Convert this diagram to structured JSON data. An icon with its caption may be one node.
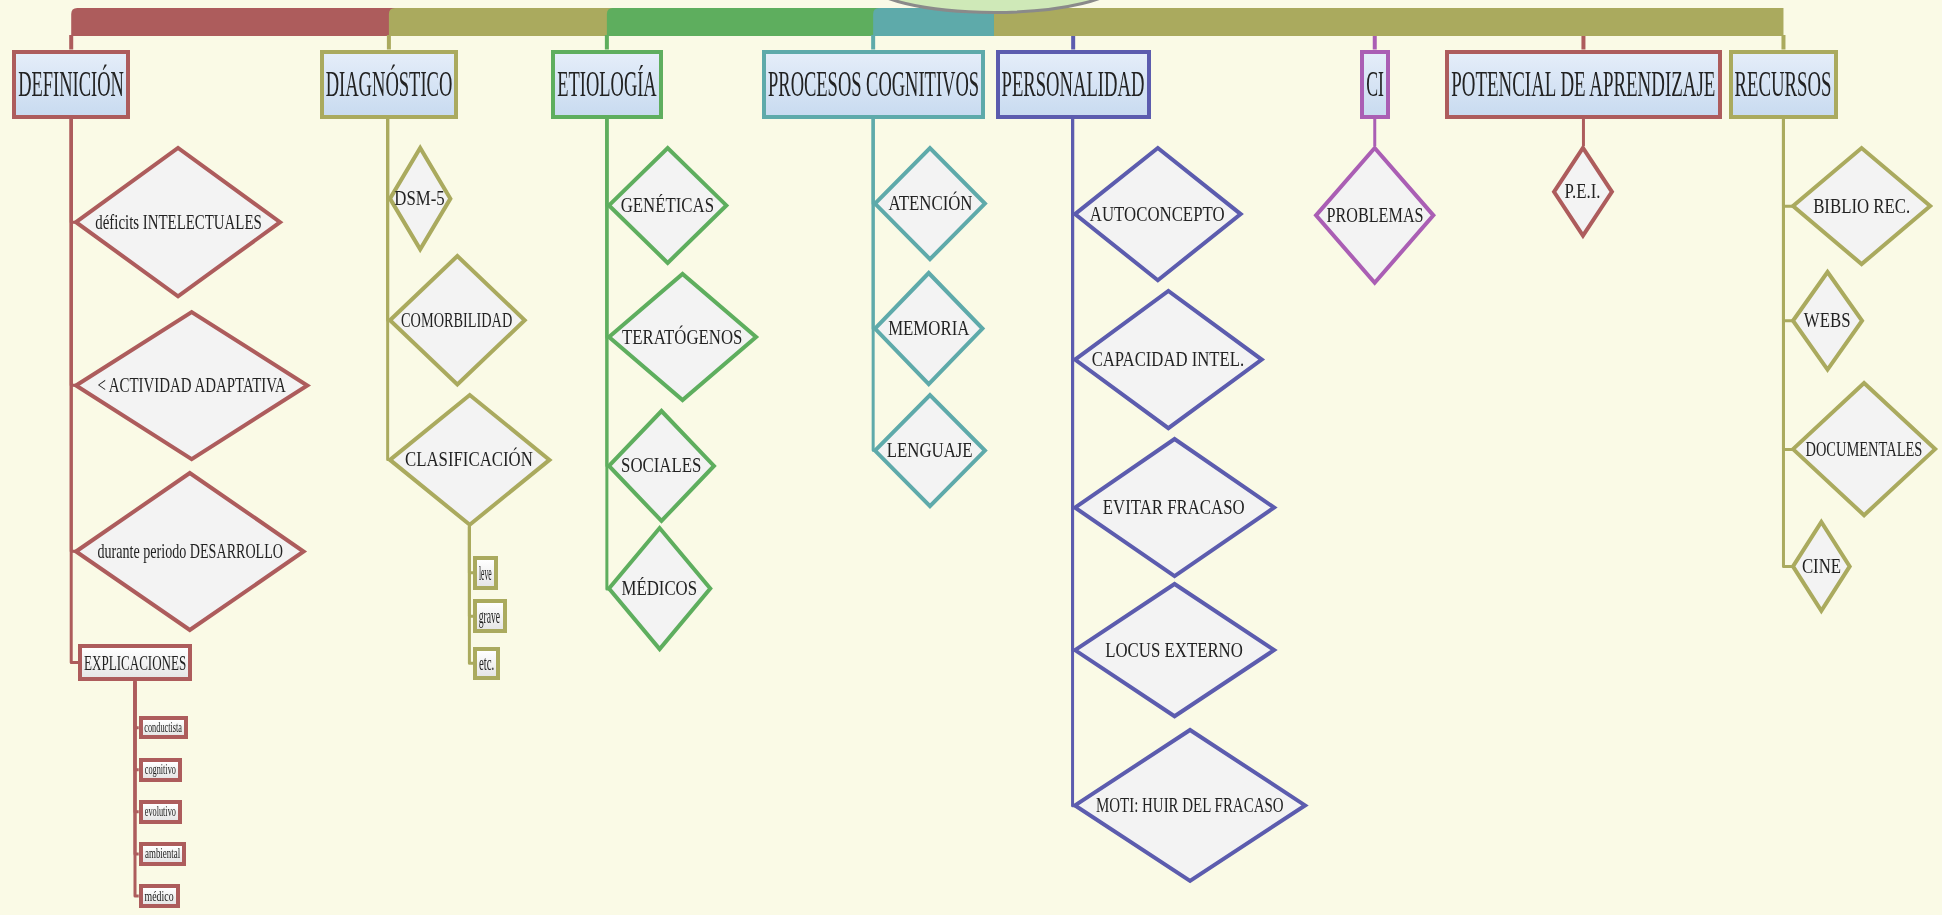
{
  "diagram": {
    "nodes": [
      {
        "text": [],
        "shape": "ellipse"
      },
      {
        "text": [
          "DEFINICIÓN"
        ]
      },
      {
        "text": [
          "déficits INTELECTUALES"
        ]
      },
      {
        "text": [
          "< ACTIVIDAD ADAPTATIVA"
        ]
      },
      {
        "text": [
          "durante periodo DESARROLLO"
        ]
      },
      {
        "text": [
          "EXPLICACIONES"
        ]
      },
      {
        "text": [
          "conductista"
        ]
      },
      {
        "text": [
          "cognitivo"
        ]
      },
      {
        "text": [
          "evolutivo"
        ]
      },
      {
        "text": [
          "ambiental"
        ]
      },
      {
        "text": [
          "médico"
        ]
      },
      {
        "text": [
          "DIAGNÓSTICO"
        ]
      },
      {
        "text": [
          "DSM-5"
        ]
      },
      {
        "text": [
          "COMORBILIDAD"
        ]
      },
      {
        "text": [
          "CLASIFICACIÓN"
        ]
      },
      {
        "text": [
          "leve"
        ]
      },
      {
        "text": [
          "grave"
        ]
      },
      {
        "text": [
          "etc."
        ]
      },
      {
        "text": [
          "ETIOLOGÍA"
        ]
      },
      {
        "text": [
          "GENÉTICAS"
        ]
      },
      {
        "text": [
          "TERATÓGENOS"
        ]
      },
      {
        "text": [
          "SOCIALES"
        ]
      },
      {
        "text": [
          "MÉDICOS"
        ]
      },
      {
        "text": [
          "PROCESOS COGNITIVOS"
        ]
      },
      {
        "text": [
          "ATENCIÓN"
        ]
      },
      {
        "text": [
          "MEMORIA"
        ]
      },
      {
        "text": [
          "LENGUAJE"
        ]
      },
      {
        "text": [
          "PERSONALIDAD"
        ]
      },
      {
        "text": [
          "AUTOCONCEPTO"
        ]
      },
      {
        "text": [
          "CAPACIDAD INTEL."
        ]
      },
      {
        "text": [
          "EVITAR FRACASO"
        ]
      },
      {
        "text": [
          "LOCUS EXTERNO"
        ]
      },
      {
        "text": [
          "MOTI: HUIR DEL FRACASO"
        ]
      },
      {
        "text": [
          "CI"
        ]
      },
      {
        "text": [
          "PROBLEMAS"
        ]
      },
      {
        "text": [
          "POTENCIAL DE APRENDIZAJE"
        ]
      },
      {
        "text": [
          "P.E.I."
        ]
      },
      {
        "text": [
          "RECURSOS"
        ]
      },
      {
        "text": [
          "BIBLIO REC."
        ]
      },
      {
        "text": [
          "WEBS"
        ]
      },
      {
        "text": [
          "DOCUMENTALES"
        ]
      },
      {
        "text": [
          "CINE"
        ]
      }
    ],
    "edges": [
      {
        "from": 0,
        "to": 1,
        "arrow": "none",
        "style": "thick",
        "color": "#ad5c5c"
      },
      {
        "from": 0,
        "to": 11,
        "arrow": "none",
        "style": "thick",
        "color": "#aaaa5e"
      },
      {
        "from": 0,
        "to": 18,
        "arrow": "none",
        "style": "thick",
        "color": "#5eae5e"
      },
      {
        "from": 0,
        "to": 23,
        "arrow": "none",
        "style": "thick",
        "color": "#5eaaaa"
      },
      {
        "from": 0,
        "to": 27,
        "arrow": "none",
        "style": "thick",
        "color": "#5c5cae"
      },
      {
        "from": 0,
        "to": 33,
        "arrow": "none",
        "style": "thick",
        "color": "#aa5eb4"
      },
      {
        "from": 0,
        "to": 35,
        "arrow": "none",
        "style": "thick",
        "color": "#ad5c5c"
      },
      {
        "from": 0,
        "to": 37,
        "arrow": "none",
        "style": "thick",
        "color": "#aaaa5e"
      },
      {
        "from": 1,
        "to": 2,
        "arrow": "none",
        "color": "#ad5c5c"
      },
      {
        "from": 1,
        "to": 3,
        "arrow": "none",
        "color": "#ad5c5c"
      },
      {
        "from": 1,
        "to": 4,
        "arrow": "none",
        "color": "#ad5c5c"
      },
      {
        "from": 1,
        "to": 5,
        "arrow": "none",
        "color": "#ad5c5c"
      },
      {
        "from": 5,
        "to": 6,
        "arrow": "none",
        "color": "#ad5c5c"
      },
      {
        "from": 5,
        "to": 7,
        "arrow": "none",
        "color": "#ad5c5c"
      },
      {
        "from": 5,
        "to": 8,
        "arrow": "none",
        "color": "#ad5c5c"
      },
      {
        "from": 5,
        "to": 9,
        "arrow": "none",
        "color": "#ad5c5c"
      },
      {
        "from": 5,
        "to": 10,
        "arrow": "none",
        "color": "#ad5c5c"
      },
      {
        "from": 11,
        "to": 12,
        "arrow": "none",
        "color": "#aaaa5e"
      },
      {
        "from": 11,
        "to": 13,
        "arrow": "none",
        "color": "#aaaa5e"
      },
      {
        "from": 11,
        "to": 14,
        "arrow": "none",
        "color": "#aaaa5e"
      },
      {
        "from": 14,
        "to": 15,
        "arrow": "none",
        "color": "#aaaa5e"
      },
      {
        "from": 14,
        "to": 16,
        "arrow": "none",
        "color": "#aaaa5e"
      },
      {
        "from": 14,
        "to": 17,
        "arrow": "none",
        "color": "#aaaa5e"
      },
      {
        "from": 18,
        "to": 19,
        "arrow": "none",
        "color": "#5eae5e"
      },
      {
        "from": 18,
        "to": 20,
        "arrow": "none",
        "color": "#5eae5e"
      },
      {
        "from": 18,
        "to": 21,
        "arrow": "none",
        "color": "#5eae5e"
      },
      {
        "from": 18,
        "to": 22,
        "arrow": "none",
        "color": "#5eae5e"
      },
      {
        "from": 23,
        "to": 24,
        "arrow": "none",
        "color": "#5eaaaa"
      },
      {
        "from": 23,
        "to": 25,
        "arrow": "none",
        "color": "#5eaaaa"
      },
      {
        "from": 23,
        "to": 26,
        "arrow": "none",
        "color": "#5eaaaa"
      },
      {
        "from": 27,
        "to": 28,
        "arrow": "none",
        "color": "#5c5cae"
      },
      {
        "from": 27,
        "to": 29,
        "arrow": "none",
        "color": "#5c5cae"
      },
      {
        "from": 27,
        "to": 30,
        "arrow": "none",
        "color": "#5c5cae"
      },
      {
        "from": 27,
        "to": 31,
        "arrow": "none",
        "color": "#5c5cae"
      },
      {
        "from": 27,
        "to": 32,
        "arrow": "none",
        "color": "#5c5cae"
      },
      {
        "from": 33,
        "to": 34,
        "arrow": "none",
        "color": "#aa5eb4"
      },
      {
        "from": 35,
        "to": 36,
        "arrow": "none",
        "color": "#ad5c5c"
      },
      {
        "from": 37,
        "to": 38,
        "arrow": "none",
        "color": "#aaaa5e"
      },
      {
        "from": 37,
        "to": 39,
        "arrow": "none",
        "color": "#aaaa5e"
      },
      {
        "from": 37,
        "to": 40,
        "arrow": "none",
        "color": "#aaaa5e"
      },
      {
        "from": 37,
        "to": 41,
        "arrow": "none",
        "color": "#aaaa5e"
      }
    ]
  }
}
